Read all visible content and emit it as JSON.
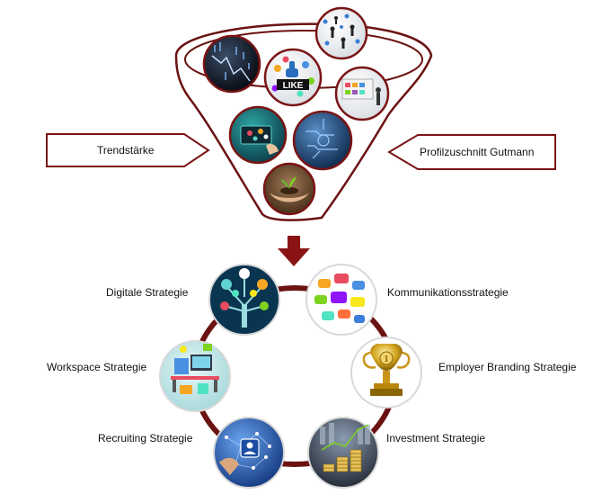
{
  "funnel": {
    "left_arrow_label": "Trendstärke",
    "right_arrow_label": "Profilzuschnitt Gutmann",
    "funnel_images": [
      {
        "icon": "stock-chart-icon"
      },
      {
        "icon": "like-thumb-icon",
        "text": "LIKE"
      },
      {
        "icon": "social-network-people-icon"
      },
      {
        "icon": "presentation-icon"
      },
      {
        "icon": "laptop-touch-icon"
      },
      {
        "icon": "circuit-tech-icon"
      },
      {
        "icon": "hands-plant-icon"
      }
    ]
  },
  "cycle": {
    "strategies": [
      {
        "label": "Digitale Strategie",
        "icon": "digital-tree-icon"
      },
      {
        "label": "Kommunikationsstrategie",
        "icon": "communication-bubbles-icon"
      },
      {
        "label": "Employer Branding Strategie",
        "icon": "trophy-icon"
      },
      {
        "label": "Investment Strategie",
        "icon": "coins-growth-icon"
      },
      {
        "label": "Recruiting Strategie",
        "icon": "network-profile-icon"
      },
      {
        "label": "Workspace Strategie",
        "icon": "workspace-desk-icon"
      }
    ]
  },
  "colors": {
    "dark_red": "#7a1414",
    "ring": "#6b1212",
    "arrow_fill": "#ffffff"
  }
}
